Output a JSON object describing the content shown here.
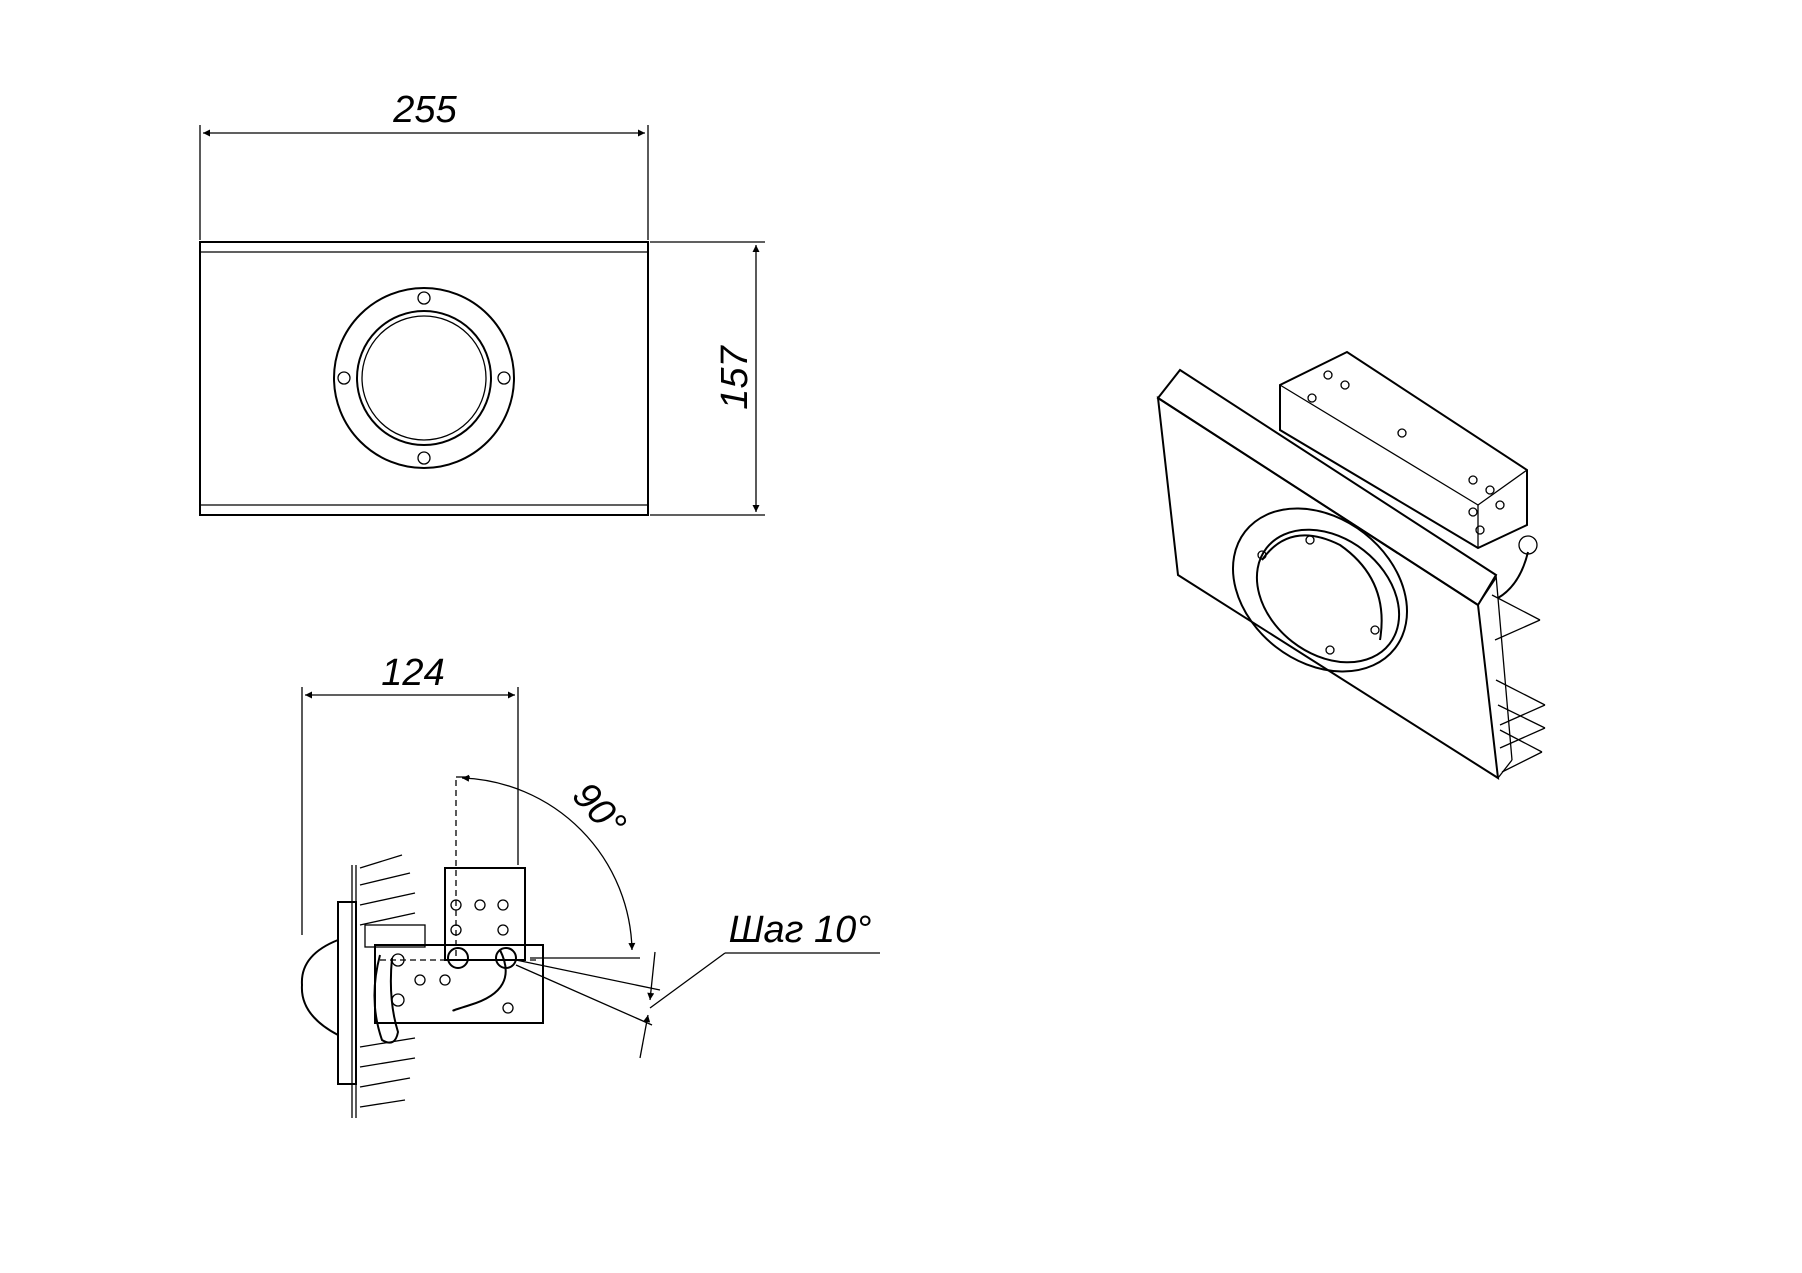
{
  "dimensions": {
    "width_top": "255",
    "height_top": "157",
    "depth_side": "124",
    "angle_range": "90°",
    "step": "Шаг 10°"
  },
  "colors": {
    "line": "#000000",
    "background": "#ffffff"
  }
}
